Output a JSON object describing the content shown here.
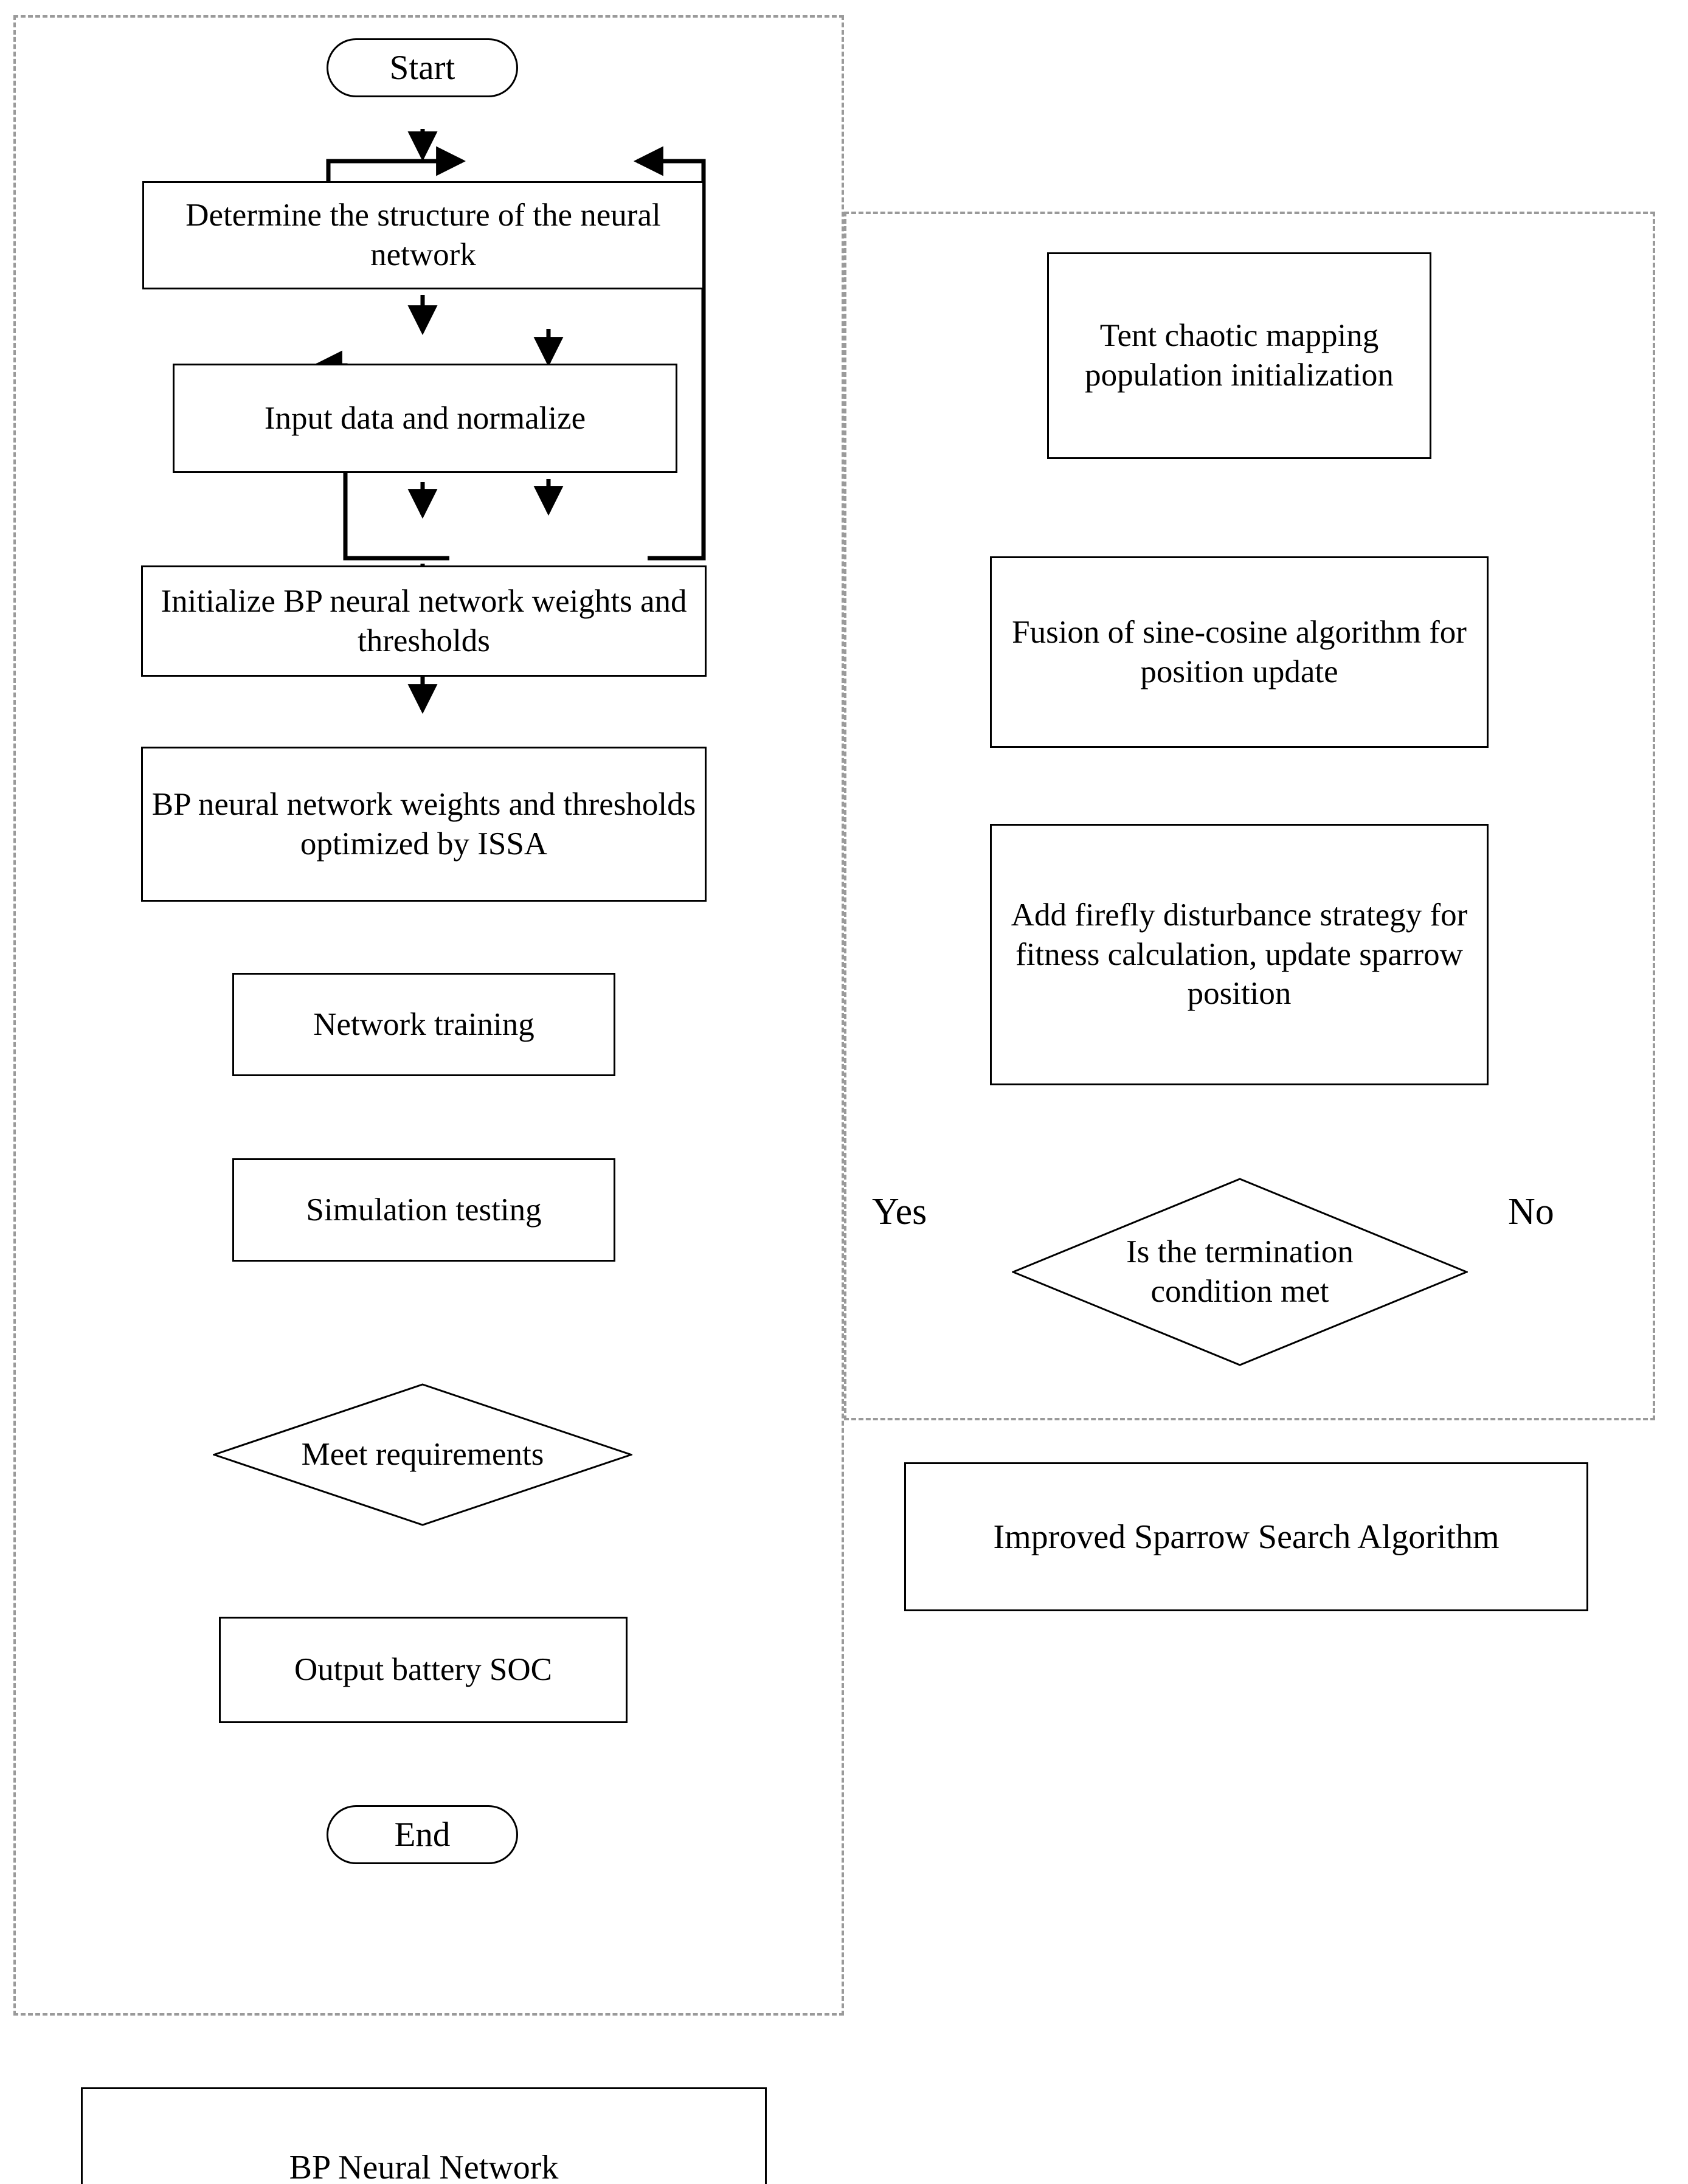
{
  "diagram": {
    "title": "ISSA-optimized BP neural network battery SOC estimation flowchart",
    "colors": {
      "stroke": "#000000",
      "group_dashed": "#9a9a9a",
      "background": "#ffffff"
    }
  },
  "left_flow": {
    "group_label": "BP Neural Network",
    "nodes": [
      {
        "id": "start",
        "shape": "terminator",
        "label": "Start"
      },
      {
        "id": "structure",
        "shape": "process",
        "label": "Determine the structure of the neural network"
      },
      {
        "id": "input",
        "shape": "process",
        "label": "Input data and normalize"
      },
      {
        "id": "initbp",
        "shape": "process",
        "label": "Initialize BP neural network weights and thresholds"
      },
      {
        "id": "optissa",
        "shape": "process",
        "label": "BP neural network weights and thresholds optimized by ISSA"
      },
      {
        "id": "training",
        "shape": "process",
        "label": "Network training"
      },
      {
        "id": "simtest",
        "shape": "process",
        "label": "Simulation testing"
      },
      {
        "id": "meetreq",
        "shape": "decision",
        "label": "Meet requirements"
      },
      {
        "id": "outsoc",
        "shape": "process",
        "label": "Output battery SOC"
      },
      {
        "id": "end",
        "shape": "terminator",
        "label": "End"
      }
    ]
  },
  "right_flow": {
    "group_label": "Improved Sparrow Search Algorithm",
    "nodes": [
      {
        "id": "tent",
        "shape": "process",
        "label": "Tent chaotic mapping population initialization"
      },
      {
        "id": "fusion",
        "shape": "process",
        "label": "Fusion of sine-cosine algorithm for position update"
      },
      {
        "id": "firefly",
        "shape": "process",
        "label": "Add firefly disturbance strategy for fitness calculation, update sparrow position"
      },
      {
        "id": "termcond",
        "shape": "decision",
        "label_line1": "Is the termination",
        "label_line2": "condition met"
      }
    ]
  },
  "edge_labels": {
    "yes": "Yes",
    "no": "No"
  }
}
